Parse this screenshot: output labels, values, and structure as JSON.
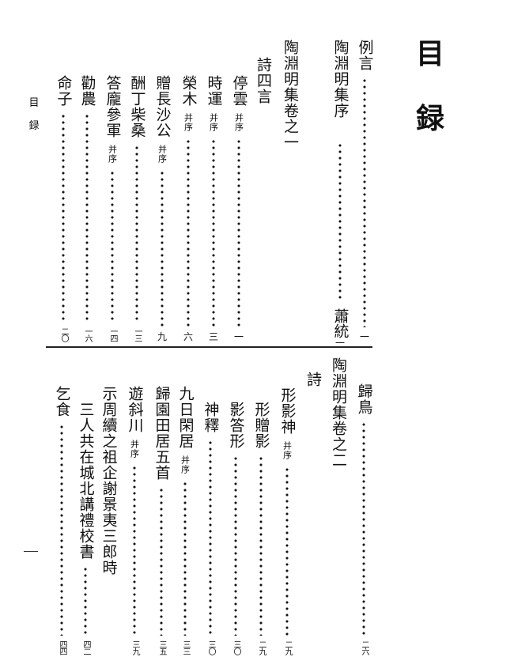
{
  "page": {
    "title": [
      "目",
      "録"
    ],
    "running_head": [
      "目",
      "録"
    ],
    "folio": "一"
  },
  "top_section": {
    "entries": [
      {
        "title": "例言",
        "note": "",
        "author": "",
        "page": "一"
      },
      {
        "title": "陶淵明集序",
        "note": "",
        "author": "蕭統",
        "page": "一"
      },
      {
        "heading": "陶淵明集卷之一"
      },
      {
        "heading": "詩四言"
      },
      {
        "title": "停雲",
        "note": "并序",
        "page": "一"
      },
      {
        "title": "時運",
        "note": "并序",
        "page": "三"
      },
      {
        "title": "榮木",
        "note": "并序",
        "page": "六"
      },
      {
        "title": "贈長沙公",
        "note": "并序",
        "page": "九"
      },
      {
        "title": "酬丁柴桑",
        "note": "",
        "page": "一三"
      },
      {
        "title": "答龐參軍",
        "note": "并序",
        "page": "一四"
      },
      {
        "title": "勸農",
        "note": "",
        "page": "一六"
      },
      {
        "title": "命子",
        "note": "",
        "page": "二〇"
      }
    ]
  },
  "bottom_section": {
    "entries": [
      {
        "title": "歸鳥",
        "note": "",
        "page": "二六"
      },
      {
        "heading": "陶淵明集卷之二"
      },
      {
        "heading": "詩"
      },
      {
        "title": "形影神",
        "note": "并序",
        "page": "二九"
      },
      {
        "title": "形贈影",
        "note": "",
        "page": "二九"
      },
      {
        "title": "影答形",
        "note": "",
        "page": "三〇"
      },
      {
        "title": "神釋",
        "note": "",
        "page": "三〇"
      },
      {
        "title": "九日閑居",
        "note": "并序",
        "page": "三三"
      },
      {
        "title": "歸園田居五首",
        "note": "",
        "page": "三五"
      },
      {
        "title": "遊斜川",
        "note": "并序",
        "page": "三九"
      },
      {
        "title": "示周續之祖企謝景夷三郎時",
        "note": "",
        "page": ""
      },
      {
        "title": "三人共在城北講禮校書",
        "note": "",
        "page": "四二"
      },
      {
        "title": "乞食",
        "note": "",
        "page": "四四"
      }
    ]
  }
}
